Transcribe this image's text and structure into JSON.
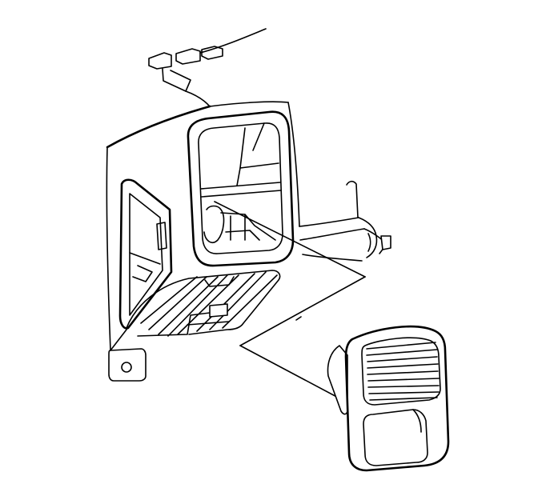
{
  "figure": {
    "kind": "line-art technical illustration",
    "parts": [
      "instrument-panel-vent-outlet",
      "vent-bezel",
      "instrument-panel-end-section"
    ],
    "colors": {
      "line": "#000000",
      "background": "#ffffff"
    }
  }
}
